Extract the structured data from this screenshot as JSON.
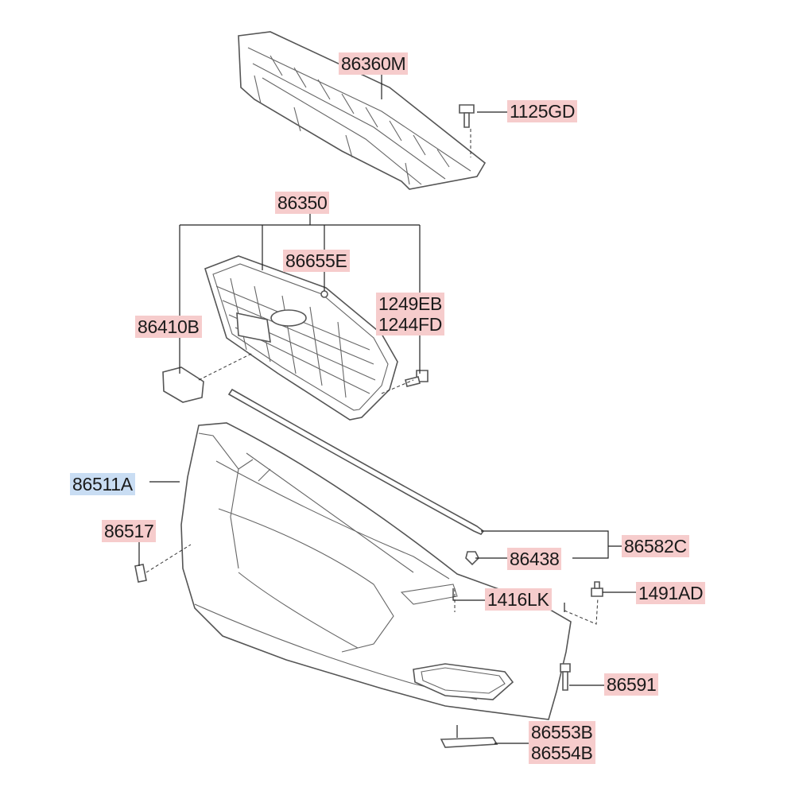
{
  "parts": [
    {
      "id": "p1",
      "number": "86360M",
      "selected": false
    },
    {
      "id": "p2",
      "number": "1125GD",
      "selected": false
    },
    {
      "id": "p3",
      "number": "86350",
      "selected": false
    },
    {
      "id": "p4",
      "number": "86655E",
      "selected": false
    },
    {
      "id": "p5",
      "number": "1249EB",
      "selected": false
    },
    {
      "id": "p6",
      "number": "1244FD",
      "selected": false
    },
    {
      "id": "p7",
      "number": "86410B",
      "selected": false
    },
    {
      "id": "p8",
      "number": "86511A",
      "selected": true
    },
    {
      "id": "p9",
      "number": "86517",
      "selected": false
    },
    {
      "id": "p10",
      "number": "86582C",
      "selected": false
    },
    {
      "id": "p11",
      "number": "86438",
      "selected": false
    },
    {
      "id": "p12",
      "number": "1416LK",
      "selected": false
    },
    {
      "id": "p13",
      "number": "1491AD",
      "selected": false
    },
    {
      "id": "p14",
      "number": "86591",
      "selected": false
    },
    {
      "id": "p15",
      "number": "86553B",
      "selected": false
    },
    {
      "id": "p16",
      "number": "86554B",
      "selected": false
    }
  ],
  "colors": {
    "label_highlight": "#f6cccc",
    "selected_highlight": "#c9ddf3",
    "underline": "#e03a3a"
  }
}
